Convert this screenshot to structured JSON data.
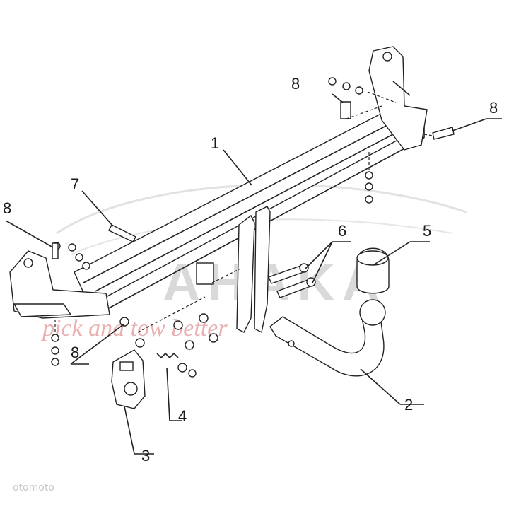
{
  "callouts": [
    {
      "number": "1"
    },
    {
      "number": "2"
    },
    {
      "number": "3"
    },
    {
      "number": "4"
    },
    {
      "number": "5"
    },
    {
      "number": "6"
    },
    {
      "number": "7"
    },
    {
      "number": "8"
    },
    {
      "number": "8"
    },
    {
      "number": "8"
    },
    {
      "number": "8"
    }
  ],
  "watermark": {
    "brand": "AHAKA",
    "tagline": "pick and tow better"
  },
  "credit": "otomoto",
  "colors": {
    "ink": "#222222",
    "watermark": "#d9d9d9",
    "tagline": "#e8b0b0"
  }
}
